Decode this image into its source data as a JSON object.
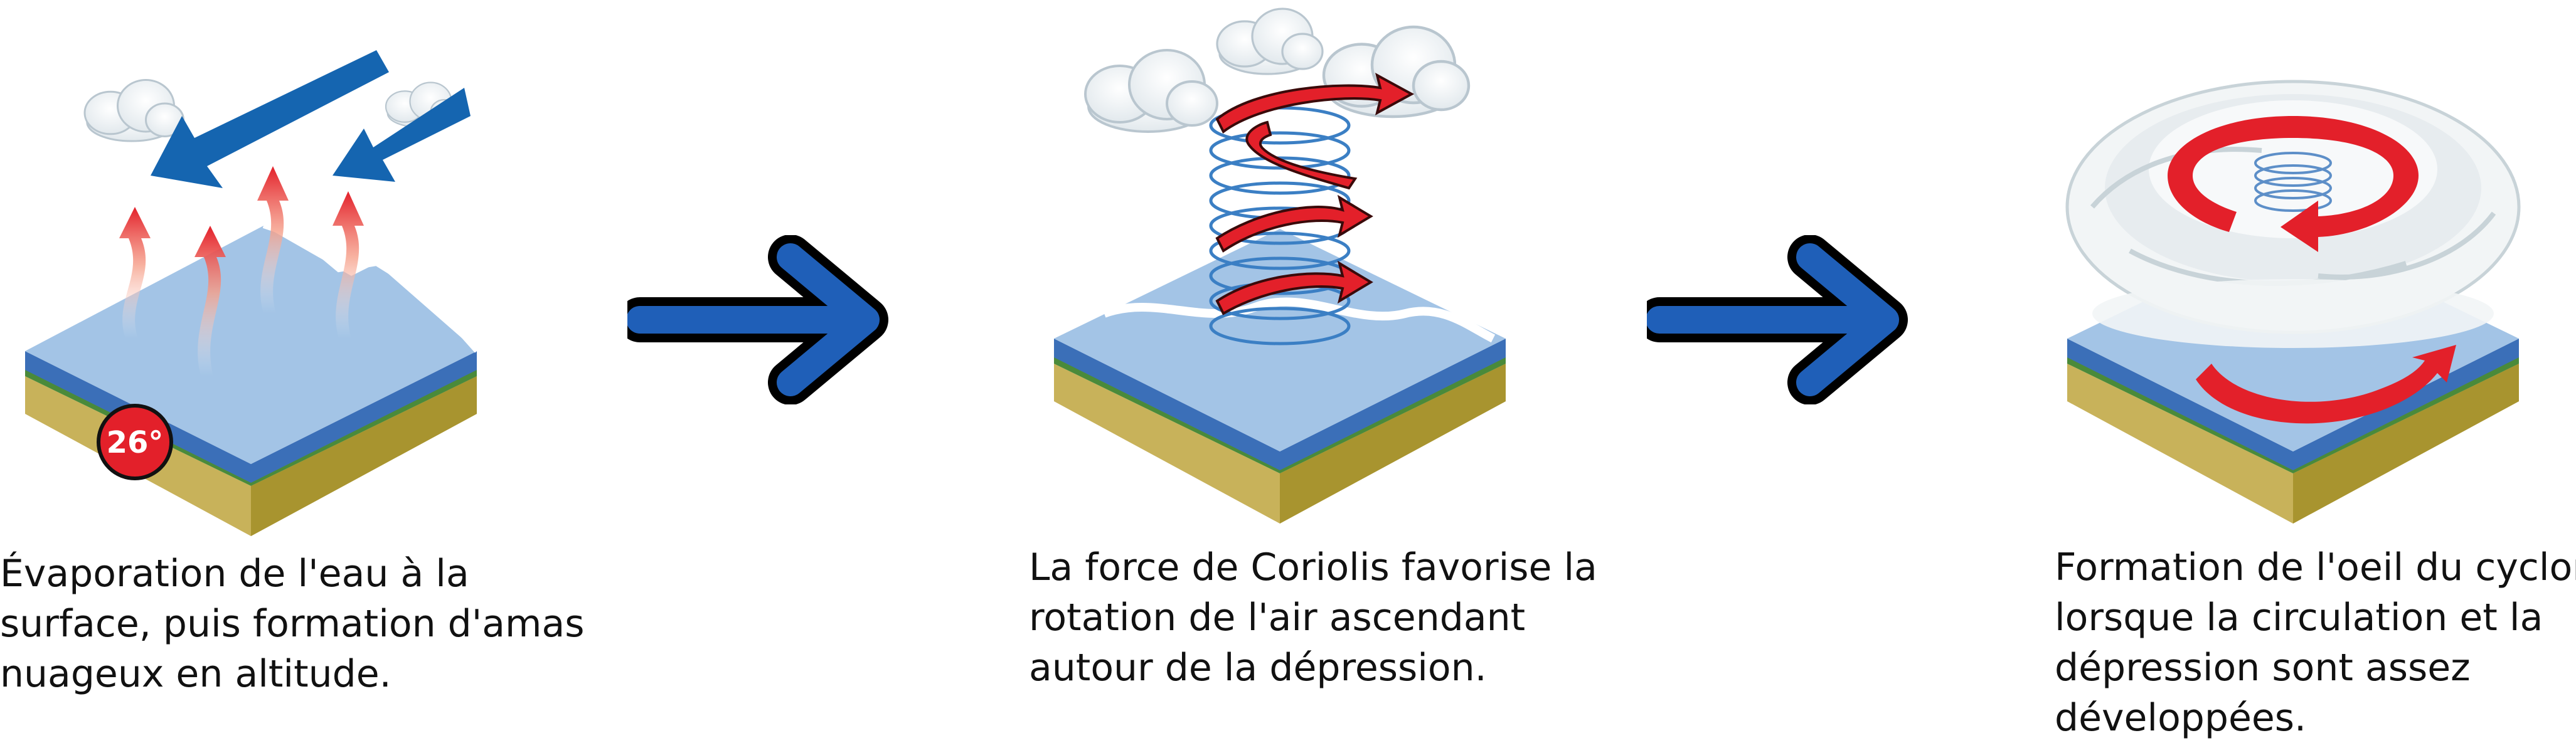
{
  "steps": [
    {
      "badge": "26°",
      "caption_lines": [
        "Évaporation de l'eau à la",
        "surface, puis formation d'amas",
        "nuageux en altitude."
      ]
    },
    {
      "caption_lines": [
        "La force de Coriolis favorise la",
        "rotation de l'air ascendant",
        "autour de la dépression."
      ]
    },
    {
      "caption_lines": [
        "Formation de l'oeil du cyclone",
        "lorsque la circulation et la",
        "dépression sont assez",
        "développées."
      ]
    }
  ],
  "colors": {
    "water": "#a3c4e6",
    "water_edge": "#3b6fb8",
    "sand": "#c8b25a",
    "grass": "#4a8a3a",
    "red": "#e3202a",
    "blue_arrow": "#1f5fb8",
    "wind_blue": "#1565b0"
  },
  "icons": [
    "evaporation-scene",
    "coriolis-scene",
    "cyclone-eye-scene",
    "next-step-arrow-icon"
  ]
}
